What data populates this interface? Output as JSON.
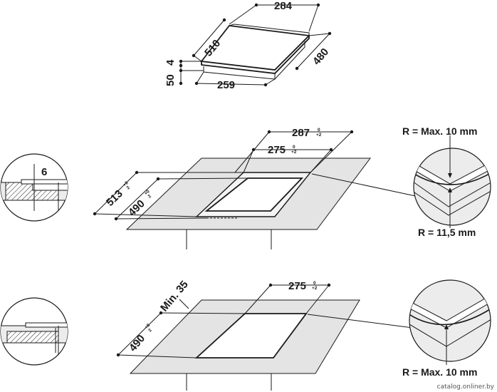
{
  "hob": {
    "width": "284",
    "depth": "510",
    "depth_right": "480",
    "front_width": "259",
    "glass_thickness": "4",
    "body_height": "50"
  },
  "cutout_standard": {
    "outer_width": "287",
    "outer_width_tol_top": "0",
    "outer_width_tol_bottom": "+2",
    "inner_width": "275",
    "inner_width_tol_top": "0",
    "inner_width_tol_bottom": "+2",
    "outer_depth": "513",
    "outer_depth_tol_top": "+0",
    "outer_depth_tol_bottom": "2",
    "inner_depth": "490",
    "inner_depth_tol_top": "+0",
    "inner_depth_tol_bottom": "2",
    "rebate_depth": "6",
    "corner_radius_outer": "R = Max. 10 mm",
    "corner_radius_inner": "R = 11,5 mm"
  },
  "cutout_flush": {
    "width": "275",
    "width_tol_top": "0",
    "width_tol_bottom": "+2",
    "depth": "490",
    "depth_tol_top": "+0",
    "depth_tol_bottom": "2",
    "min_distance": "Min. 35",
    "corner_radius": "R = Max. 10 mm"
  },
  "watermark": "catalog.onliner.by",
  "colors": {
    "line": "#1a1a1a",
    "worktop": "#e4e4e4",
    "detail_fill": "#ececec"
  }
}
